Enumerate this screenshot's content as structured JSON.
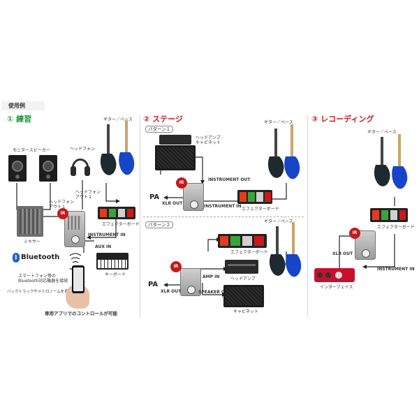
{
  "header": {
    "title": "使用例"
  },
  "sections": {
    "practice": {
      "title": "① 練習",
      "labels": {
        "monitor_speaker": "モニタースピーカー",
        "headphone": "ヘッドフォン",
        "guitar_bass": "ギター／ベース",
        "headphone_out1": "ヘッドフォン\nアウト１",
        "headphone_out2": "ヘッドフォン\nアウト２",
        "mixer": "ミキサー",
        "effector_board": "エフェクターボード",
        "instrument_in": "INSTRUMENT IN",
        "aux_in": "AUX IN",
        "keyboard": "キーボード",
        "bluetooth": "Bluetooth",
        "smartphone_note": "スマートフォン等の\nBluetooth対応機器を接続",
        "backing_note": "バックトラックやメトロノームを再生",
        "app_note": "専用アプリでのコントロールが可能"
      }
    },
    "stage": {
      "title": "② ステージ",
      "pattern1": {
        "tag": "パターン１",
        "headamp_cabinet": "ヘッドアンプ\nキャビネット",
        "guitar_bass": "ギター／ベース",
        "instrument_out": "INSTRUMENT OUT",
        "pa": "PA",
        "xlr_out": "XLR OUT",
        "instrument_in": "INSTRUMENT IN",
        "effector_board": "エフェクターボード"
      },
      "pattern2": {
        "tag": "パターン２",
        "guitar_bass": "ギター／ベース",
        "effector_board": "エフェクターボード",
        "headamp": "ヘッドアンプ",
        "amp_in": "AMP IN",
        "pa": "PA",
        "xlr_out": "XLR OUT",
        "speaker_out": "SPEAKER OUT",
        "cabinet": "キャビネット"
      }
    },
    "recording": {
      "title": "③ レコーディング",
      "labels": {
        "guitar_bass": "ギター／ベース",
        "effector_board": "エフェクターボード",
        "xlr_out": "XLR OUT",
        "instrument_in": "INSTRUMENT IN",
        "interface": "インターフェイス"
      }
    }
  },
  "device": {
    "ir_badge": "IR"
  },
  "colors": {
    "accent_red": "#c71a1a",
    "accent_green": "#1f9a3a",
    "bass_blue": "#1745c9"
  }
}
